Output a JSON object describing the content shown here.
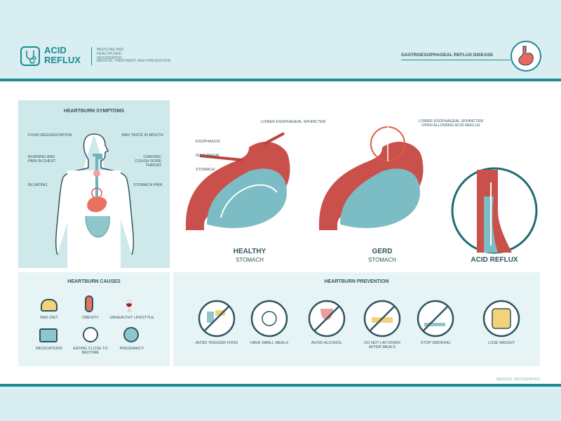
{
  "header": {
    "logo_line1": "ACID",
    "logo_line2": "REFLUX",
    "tagline1": "MEDICINE AND HEALTHCARE INFOGRAPHIC",
    "tagline2": "MEDICAL TREATMENT AND PREVENTION",
    "disease_title": "GASTROESOPHAGEAL REFLUX DISEASE"
  },
  "symptoms": {
    "title": "HEARTBURN SYMPTOMS",
    "left": [
      "FOOD REGURGITATION",
      "BURNING AND PAIN IN CHEST",
      "BLOATING"
    ],
    "right": [
      "BAD TASTE IN MOUTH",
      "CHRONIC COUGH SORE THROAT",
      "STOMACH PAIN"
    ]
  },
  "anatomy": {
    "sphincter": "LOWER ESOPHAGEAL SPHINCTER",
    "esophagus": "ESOPHAGUS",
    "diaphragm": "DIAPHRAGM",
    "stomach": "STOMACH",
    "sphincter_open": "LOWER ESOPHAGEAL SPHINCTER OPEN ALLOWING ACID REFLUX",
    "healthy_title": "HEALTHY",
    "healthy_sub": "STOMACH",
    "gerd_title": "GERD",
    "gerd_sub": "STOMACH",
    "reflux_title": "ACID REFLUX"
  },
  "causes": {
    "title": "HEARTBURN CAUSES",
    "items": [
      "BAD DIET",
      "OBESITY",
      "UNHEALTHY LIFESTYLE",
      "MEDICATIONS",
      "EATING CLOSE TO BEDTIME",
      "PREGNANCY"
    ]
  },
  "prevention": {
    "title": "HEARTBURN PREVENTION",
    "items": [
      "AVOID TRIGGER FOOD",
      "HAVE SMALL MEALS",
      "AVOID ALCOHOL",
      "DO NOT LAY DOWN AFTER MEALS",
      "STOP SMOKING",
      "LOSE WEIGHT"
    ]
  },
  "footer": {
    "caption": "MEDICAL INFOGRAPHIC"
  },
  "colors": {
    "teal": "#1d8a94",
    "panel": "#cfe8ea",
    "stomach": "#c9504b",
    "acid": "#6fb3bd"
  }
}
